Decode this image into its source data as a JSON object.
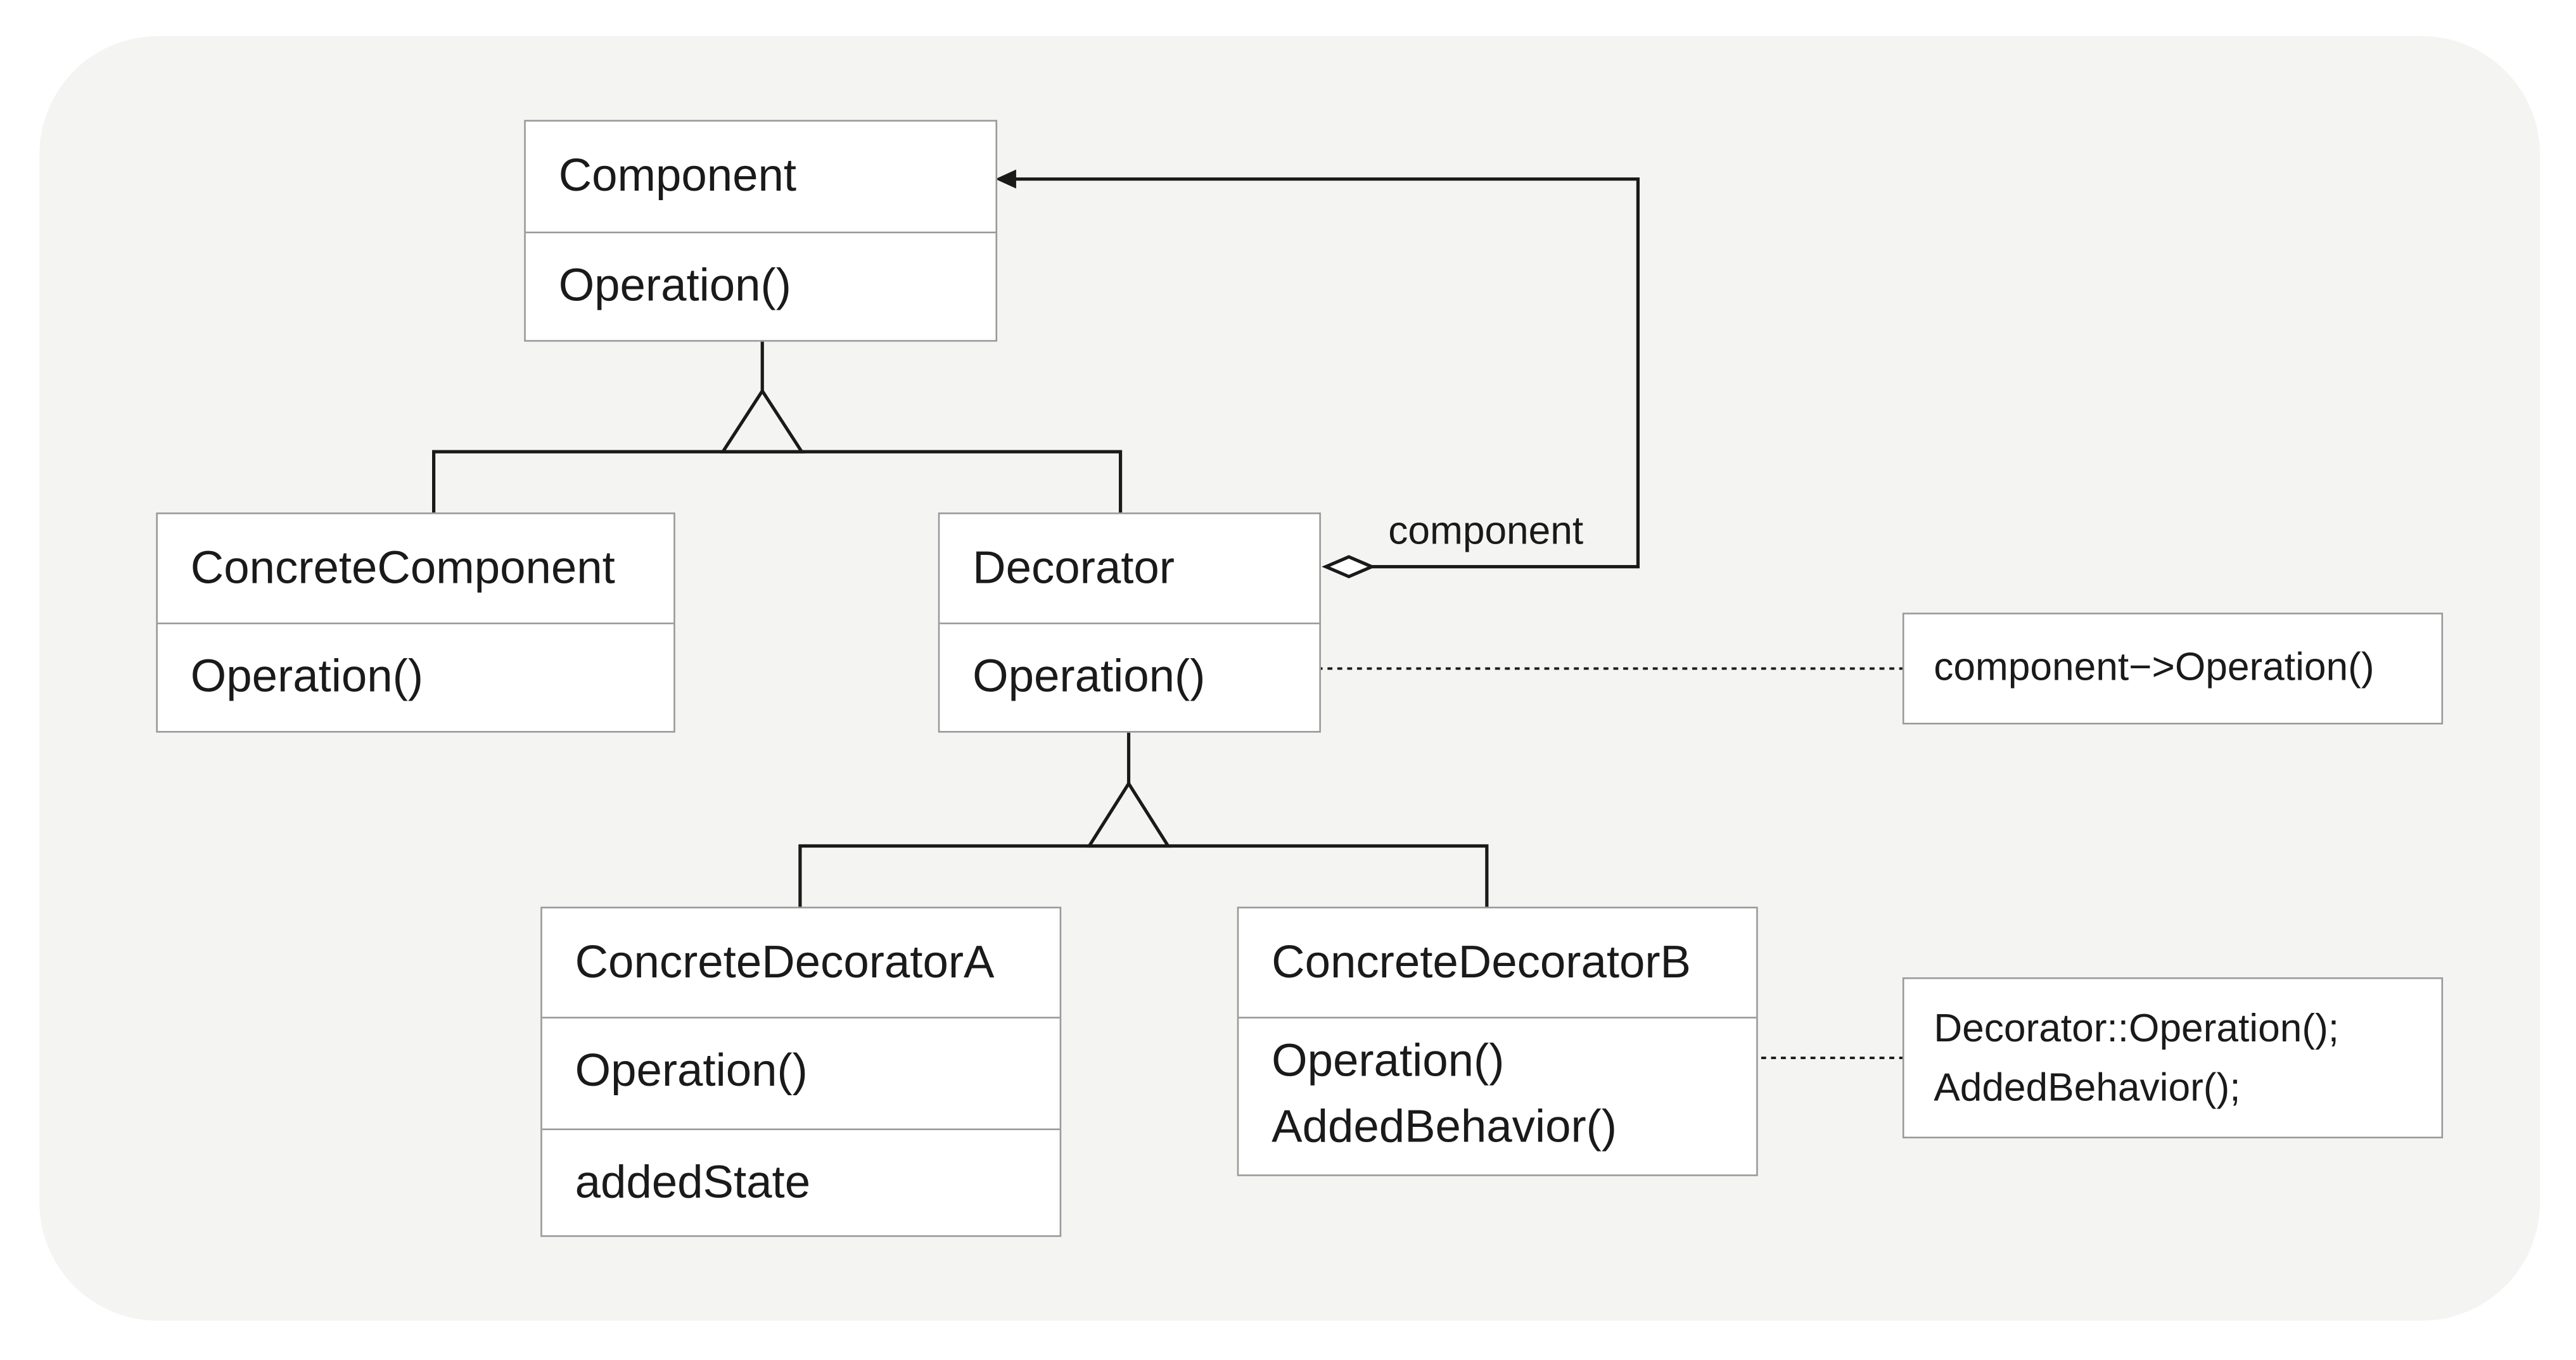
{
  "classes": {
    "component": {
      "name": "Component",
      "operations": [
        "Operation()"
      ]
    },
    "concrete_component": {
      "name": "ConcreteComponent",
      "operations": [
        "Operation()"
      ]
    },
    "decorator": {
      "name": "Decorator",
      "operations": [
        "Operation()"
      ]
    },
    "concrete_decorator_a": {
      "name": "ConcreteDecoratorA",
      "operations": [
        "Operation()"
      ],
      "attributes": [
        "addedState"
      ]
    },
    "concrete_decorator_b": {
      "name": "ConcreteDecoratorB",
      "operations": [
        "Operation()",
        "AddedBehavior()"
      ]
    }
  },
  "association": {
    "role": "component"
  },
  "notes": {
    "decorator_operation": [
      "component−>Operation()"
    ],
    "decorator_b_operation": [
      "Decorator::Operation();",
      "AddedBehavior();"
    ]
  },
  "colors": {
    "background": "#f4f4f3",
    "box_fill": "#ffffff",
    "box_border": "#999999",
    "line": "#1a1a1a"
  }
}
